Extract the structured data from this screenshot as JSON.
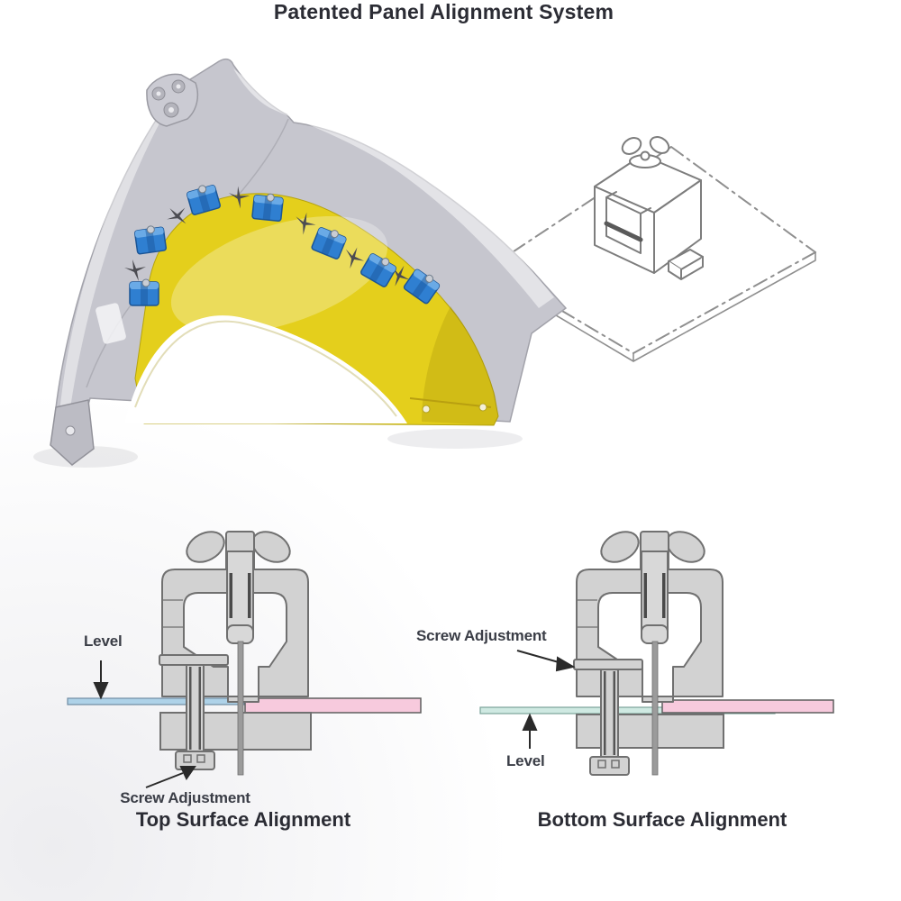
{
  "title": "Patented Panel Alignment System",
  "photo": {
    "clamp_count": 7,
    "wing_screw_count": 6
  },
  "diagrams": {
    "left": {
      "caption": "Top Surface Alignment",
      "level_label": "Level",
      "screw_label": "Screw Adjustment"
    },
    "right": {
      "caption": "Bottom Surface Alignment",
      "level_label": "Level",
      "screw_label": "Screw Adjustment"
    }
  },
  "colors": {
    "clamp_blue": "#2f7fd1",
    "clamp_blue_dark": "#1b5596",
    "liner_yellow": "#e4cf1c",
    "fender_silver": "#c6c6ce",
    "level_blue": "#aed2e8",
    "level_cyan": "#cfe9e2",
    "panel_pink": "#f7cadd",
    "diagram_gray": "#d2d2d2",
    "diagram_outline": "#707070",
    "sketch_stroke": "#8f8f8f",
    "text_dark": "#2b2c34",
    "label_dark": "#3a3d46"
  }
}
